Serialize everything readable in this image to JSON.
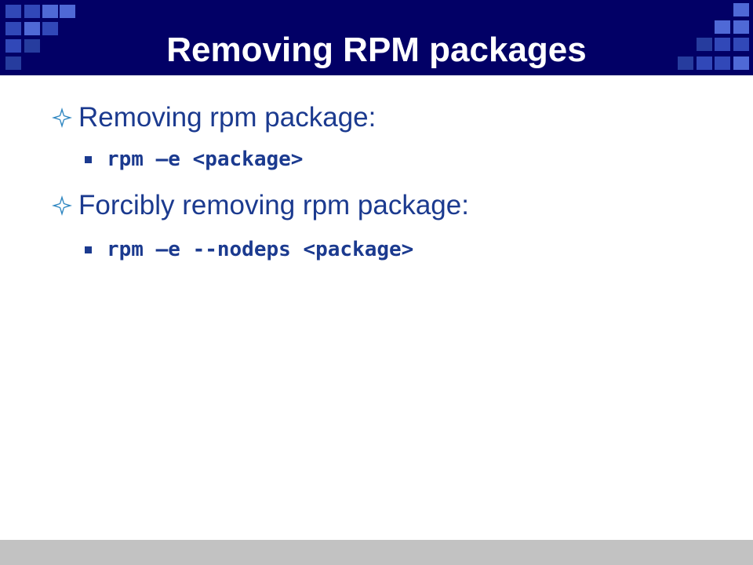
{
  "slide": {
    "title": "Removing RPM packages",
    "bullets": [
      {
        "text": "Removing rpm package:",
        "sub": [
          "rpm –e <package>"
        ]
      },
      {
        "text": "Forcibly removing rpm package:",
        "sub": [
          "rpm –e --nodeps <package>"
        ]
      }
    ]
  },
  "colors": {
    "header_bg": "#020066",
    "title_text": "#ffffff",
    "body_text": "#1b3a8f",
    "decor_square": "#3148b8",
    "footer_bar": "#c2c2c2"
  },
  "icons": {
    "level1_bullet": "four-point-star-diamond-icon",
    "level2_bullet": "square-bullet-icon"
  }
}
